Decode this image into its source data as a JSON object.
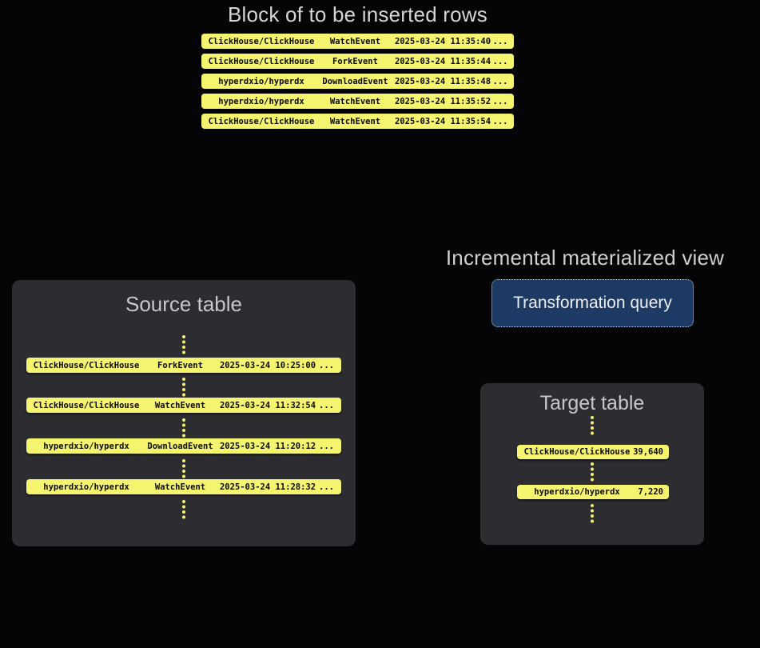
{
  "colors": {
    "background": "#050507",
    "row_yellow": "#F4F46E",
    "row_text": "#0B0B0B",
    "panel_bg": "#2D2D31",
    "panel_title": "#C7C7CA",
    "heading": "#D5D5D7",
    "button_bg": "#1C3A63",
    "button_border": "#C2C8D4",
    "button_text": "#ECEEF1"
  },
  "top_block": {
    "title": "Block of to be inserted rows",
    "rows": [
      {
        "repo": "ClickHouse/ClickHouse",
        "event": "WatchEvent",
        "timestamp": "2025-03-24 11:35:40",
        "more": "..."
      },
      {
        "repo": "ClickHouse/ClickHouse",
        "event": "ForkEvent",
        "timestamp": "2025-03-24 11:35:44",
        "more": "..."
      },
      {
        "repo": "hyperdxio/hyperdx",
        "event": "DownloadEvent",
        "timestamp": "2025-03-24 11:35:48",
        "more": "..."
      },
      {
        "repo": "hyperdxio/hyperdx",
        "event": "WatchEvent",
        "timestamp": "2025-03-24 11:35:52",
        "more": "..."
      },
      {
        "repo": "ClickHouse/ClickHouse",
        "event": "WatchEvent",
        "timestamp": "2025-03-24 11:35:54",
        "more": "..."
      }
    ]
  },
  "source_table": {
    "title": "Source table",
    "rows": [
      {
        "repo": "ClickHouse/ClickHouse",
        "event": "ForkEvent",
        "timestamp": "2025-03-24 10:25:00",
        "more": "..."
      },
      {
        "repo": "ClickHouse/ClickHouse",
        "event": "WatchEvent",
        "timestamp": "2025-03-24 11:32:54",
        "more": "..."
      },
      {
        "repo": "hyperdxio/hyperdx",
        "event": "DownloadEvent",
        "timestamp": "2025-03-24 11:20:12",
        "more": "..."
      },
      {
        "repo": "hyperdxio/hyperdx",
        "event": "WatchEvent",
        "timestamp": "2025-03-24 11:28:32",
        "more": "..."
      }
    ]
  },
  "materialized_view": {
    "title": "Incremental materialized view",
    "button_label": "Transformation query"
  },
  "target_table": {
    "title": "Target table",
    "rows": [
      {
        "repo": "ClickHouse/ClickHouse",
        "count": "39,640"
      },
      {
        "repo": "hyperdxio/hyperdx",
        "count": "7,220"
      }
    ]
  }
}
